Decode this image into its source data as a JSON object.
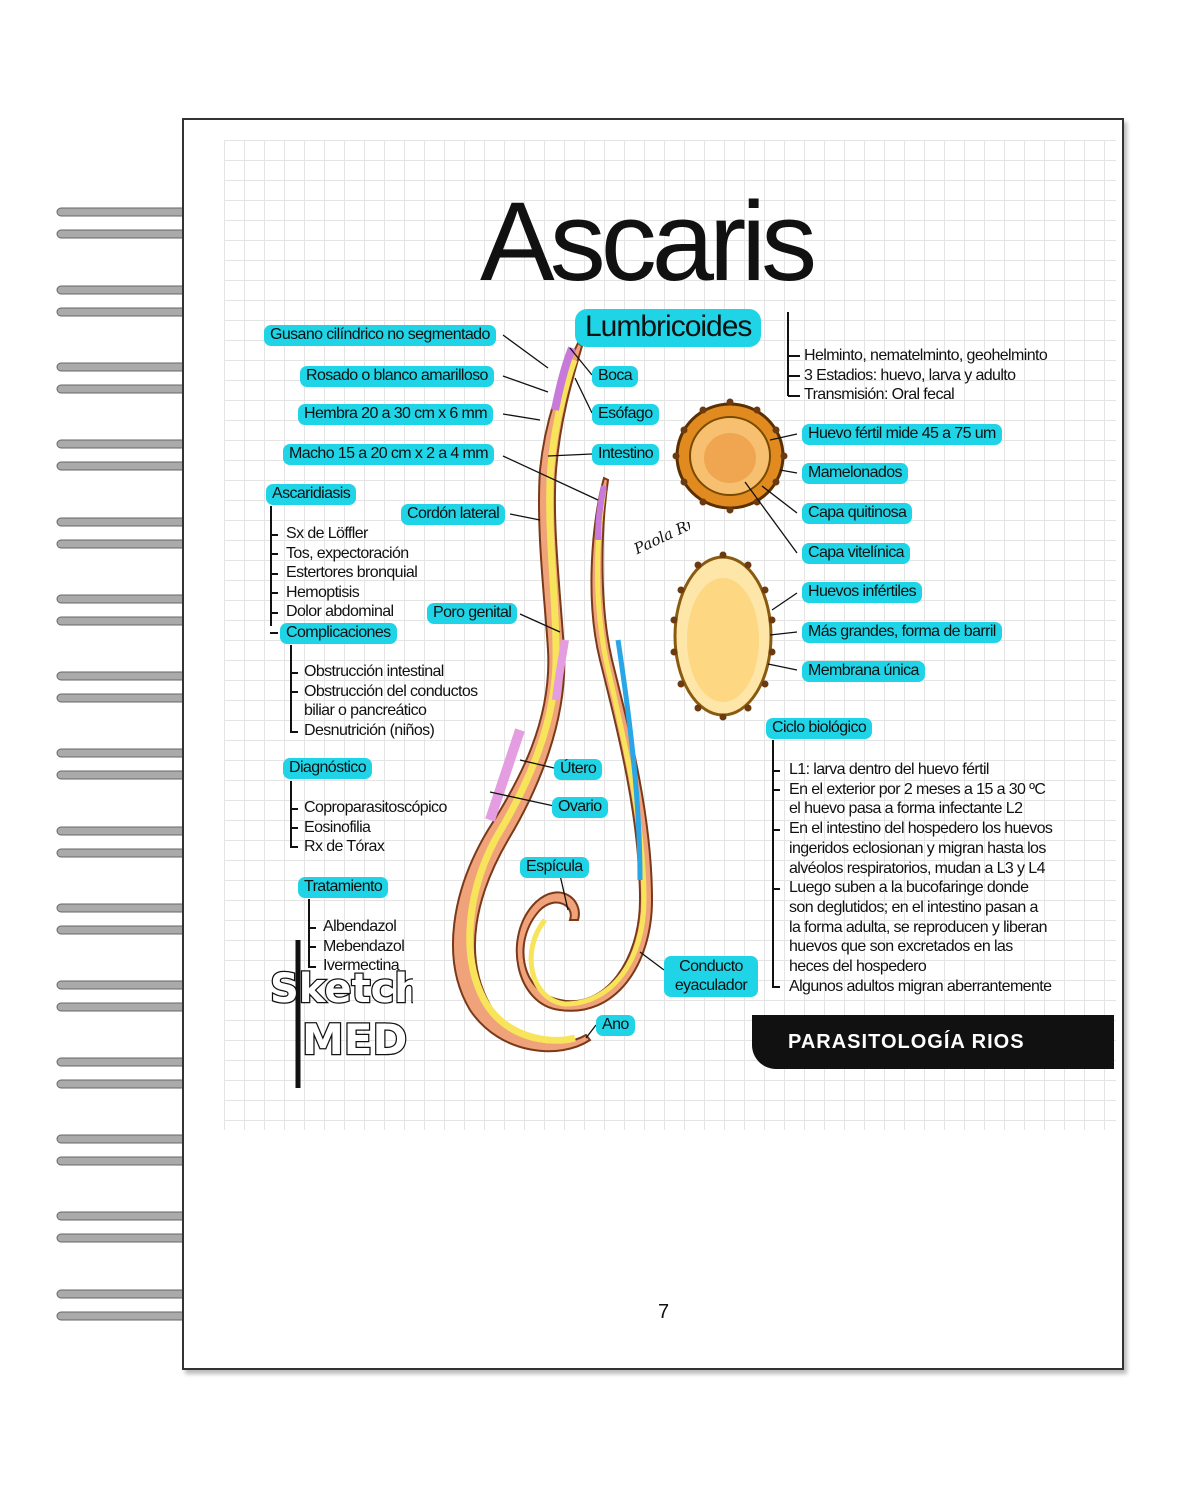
{
  "title": "Ascaris",
  "subtitle": "Lumbricoides",
  "general_info": [
    "Helminto, nematelminto, geohelminto",
    "3 Estadios: huevo, larva y adulto",
    "Transmisión: Oral fecal"
  ],
  "worm_labels": {
    "gusano": "Gusano cilíndrico no segmentado",
    "rosado": "Rosado o blanco amarilloso",
    "hembra": "Hembra 20 a 30 cm x 6 mm",
    "macho": "Macho 15 a 20 cm x 2 a 4 mm",
    "boca": "Boca",
    "esofago": "Esófago",
    "intestino": "Intestino",
    "cordon": "Cordón lateral",
    "poro": "Poro genital",
    "utero": "Útero",
    "ovario": "Ovario",
    "espicula": "Espícula",
    "conducto": "Conducto eyaculador",
    "ano": "Ano"
  },
  "ascaridiasis": {
    "heading": "Ascaridiasis",
    "items": [
      "Sx de Löffler",
      "Tos, expectoración",
      "Estertores bronquial",
      "Hemoptisis",
      "Dolor abdominal"
    ],
    "complicaciones_heading": "Complicaciones",
    "complicaciones": [
      "Obstrucción intestinal",
      "Obstrucción del conductos",
      "biliar o pancreático",
      "Desnutrición (niños)"
    ]
  },
  "diagnostico": {
    "heading": "Diagnóstico",
    "items": [
      "Coproparasitoscópico",
      "Eosinofilia",
      "Rx de Tórax"
    ]
  },
  "tratamiento": {
    "heading": "Tratamiento",
    "items": [
      "Albendazol",
      "Mebendazol",
      "Ivermectina"
    ]
  },
  "eggs": {
    "fertil": "Huevo fértil mide 45 a 75 um",
    "mamelonados": "Mamelonados",
    "quitinosa": "Capa quitinosa",
    "vitelinica": "Capa vitelínica",
    "infertiles": "Huevos infértiles",
    "grandes": "Más grandes, forma de barril",
    "membrana": "Membrana única"
  },
  "ciclo": {
    "heading": "Ciclo biológico",
    "lines": [
      "L1: larva dentro del huevo fértil",
      "En el exterior por 2 meses a 15 a 30 ºC",
      "el huevo pasa a forma infectante L2",
      "En el intestino del hospedero los huevos",
      "ingeridos eclosionan y migran hasta los",
      "alvéolos respiratorios, mudan a L3 y L4",
      "Luego suben a la bucofaringe donde",
      "son deglutidos; en el intestino pasan a",
      "la forma adulta, se reproducen y liberan",
      "huevos que son excretados en las",
      "heces del hospedero",
      "Algunos adultos migran aberrantemente"
    ]
  },
  "banner": "PARASITOLOGÍA RIOS",
  "logo": {
    "line1": "Sketch",
    "line2": "MED"
  },
  "signature": "Paola Rios",
  "page_number": "7",
  "colors": {
    "accent": "#1fd4e6",
    "worm": "#f0a27a",
    "egg_outer": "#f0a030",
    "egg_inner": "#fde0a0"
  }
}
